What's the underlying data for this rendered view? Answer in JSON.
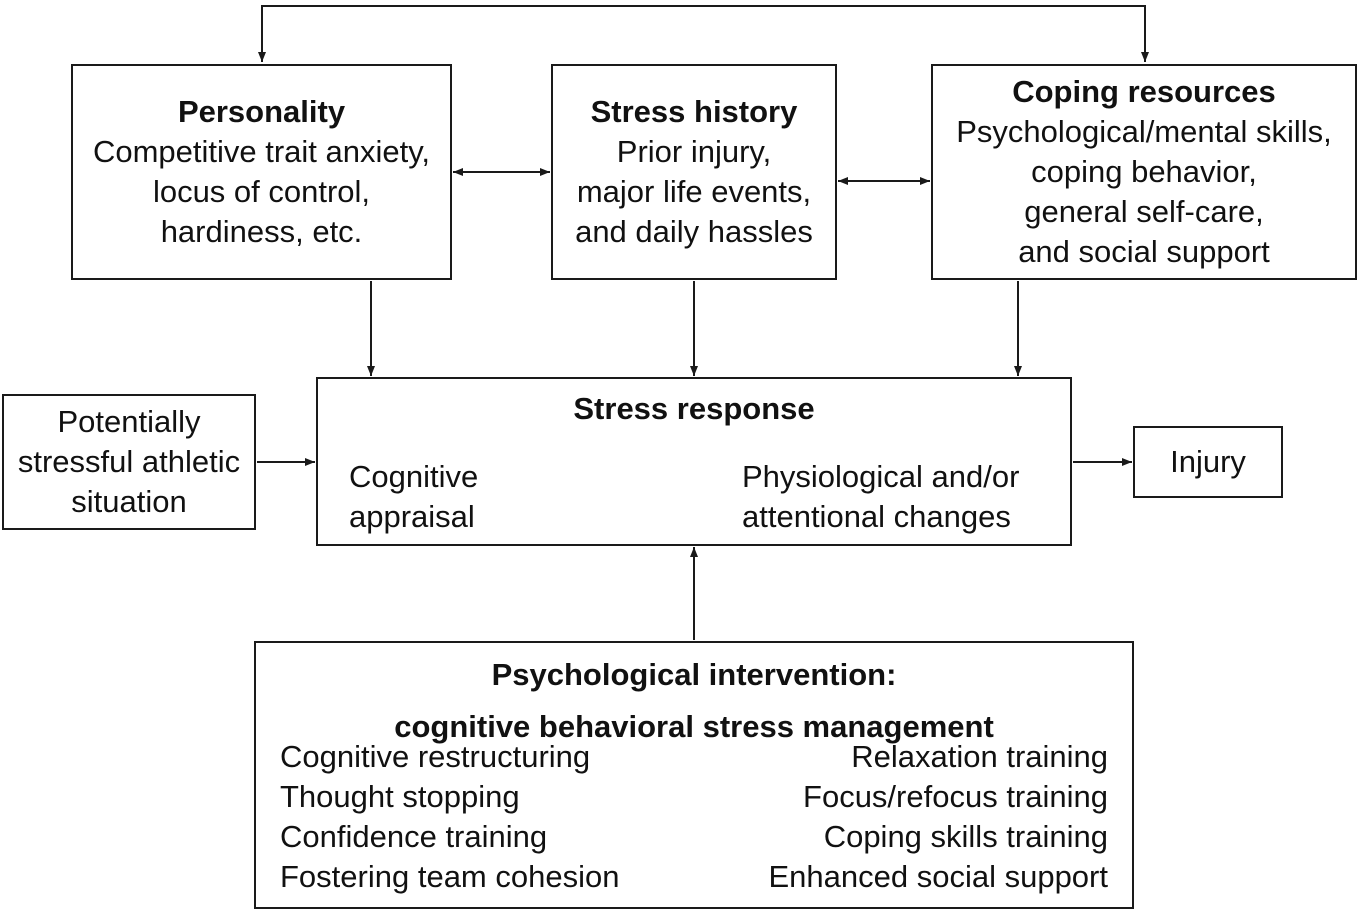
{
  "personality": {
    "title": "Personality",
    "lines": [
      "Competitive trait anxiety,",
      "locus of control,",
      "hardiness, etc."
    ]
  },
  "stress_history": {
    "title": "Stress history",
    "lines": [
      "Prior injury,",
      "major life events,",
      "and daily hassles"
    ]
  },
  "coping_resources": {
    "title": "Coping resources",
    "lines": [
      "Psychological/mental skills,",
      "coping behavior,",
      "general self-care,",
      "and social support"
    ]
  },
  "situation": {
    "lines": [
      "Potentially",
      "stressful athletic",
      "situation"
    ]
  },
  "stress_response": {
    "title": "Stress response",
    "left_lines": [
      "Cognitive",
      "appraisal"
    ],
    "right_lines": [
      "Physiological and/or",
      "attentional changes"
    ]
  },
  "injury": {
    "label": "Injury"
  },
  "intervention": {
    "title_line1": "Psychological intervention:",
    "title_line2": "cognitive behavioral stress management",
    "left_items": [
      "Cognitive restructuring",
      "Thought stopping",
      "Confidence training",
      "Fostering team cohesion"
    ],
    "right_items": [
      "Relaxation training",
      "Focus/refocus training",
      "Coping skills training",
      "Enhanced social support"
    ]
  },
  "colors": {
    "line": "#1a1a1a",
    "background": "#ffffff"
  }
}
